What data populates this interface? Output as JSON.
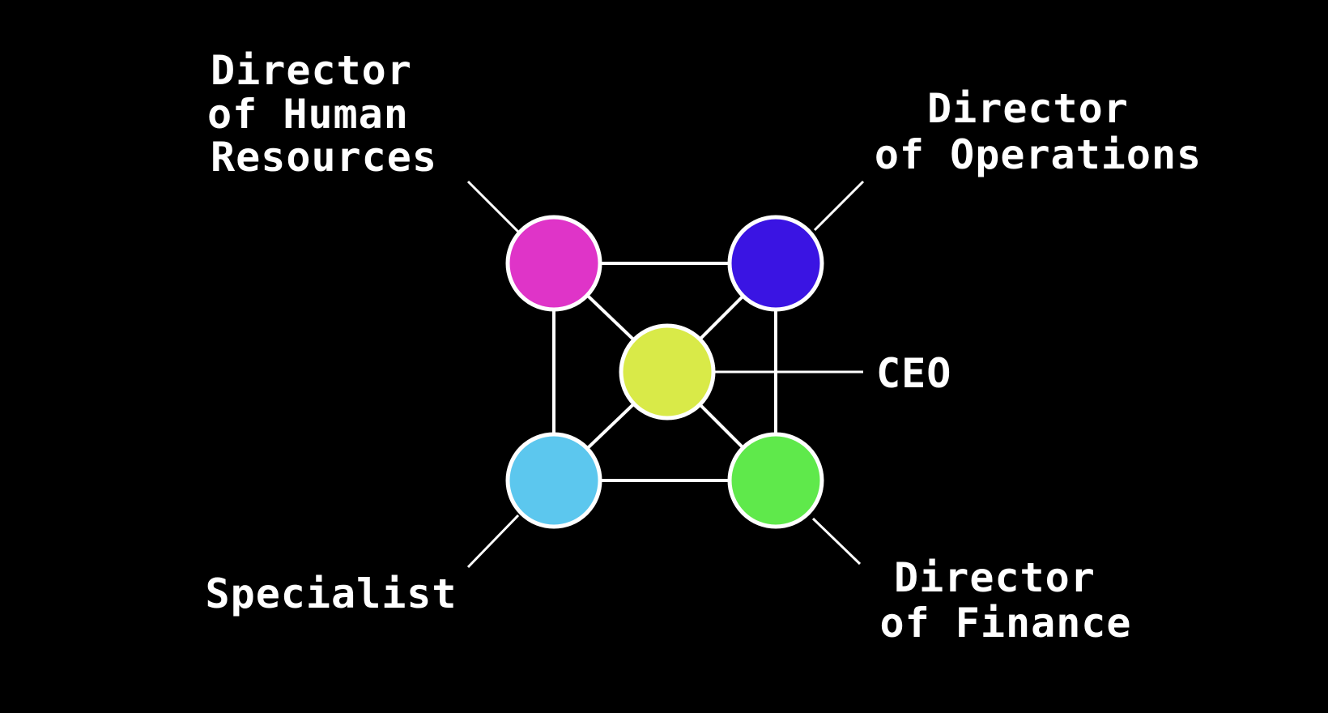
{
  "colors": {
    "background": "#000000",
    "line": "#ffffff",
    "text": "#ffffff"
  },
  "nodes": [
    {
      "id": "hr",
      "color": "#df34c8",
      "label_lines": [
        "Director",
        "of Human",
        "Resources"
      ]
    },
    {
      "id": "ops",
      "color": "#3a14e3",
      "label_lines": [
        "Director",
        "of Operations"
      ]
    },
    {
      "id": "ceo",
      "color": "#d9ea48",
      "label_lines": [
        "CEO"
      ]
    },
    {
      "id": "specialist",
      "color": "#5cc7ee",
      "label_lines": [
        "Specialist"
      ]
    },
    {
      "id": "finance",
      "color": "#5fe94b",
      "label_lines": [
        "Director",
        "of Finance"
      ]
    }
  ],
  "edges": [
    [
      "hr",
      "ops"
    ],
    [
      "hr",
      "specialist"
    ],
    [
      "ops",
      "finance"
    ],
    [
      "specialist",
      "finance"
    ],
    [
      "hr",
      "ceo"
    ],
    [
      "ops",
      "ceo"
    ],
    [
      "specialist",
      "ceo"
    ],
    [
      "finance",
      "ceo"
    ]
  ]
}
